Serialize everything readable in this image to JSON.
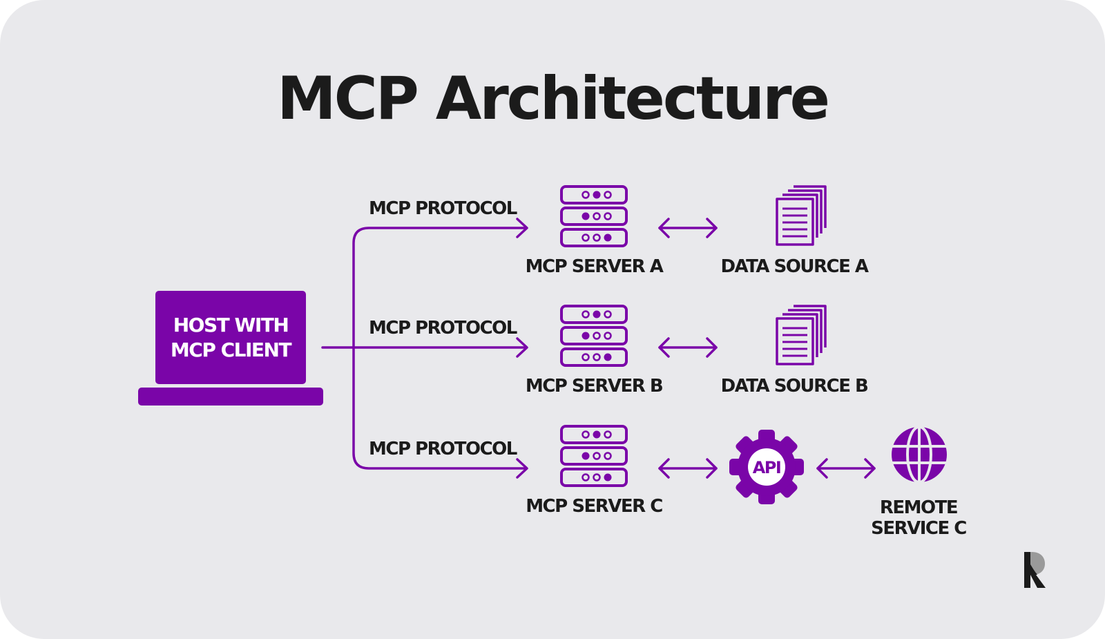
{
  "title": "MCP Architecture",
  "host": {
    "line1": "HOST WITH",
    "line2": "MCP CLIENT"
  },
  "protocols": [
    "MCP PROTOCOL",
    "MCP PROTOCOL",
    "MCP PROTOCOL"
  ],
  "servers": [
    "MCP SERVER A",
    "MCP SERVER B",
    "MCP SERVER C"
  ],
  "data_sources": [
    "DATA SOURCE A",
    "DATA SOURCE B"
  ],
  "api_label": "API",
  "remote": {
    "line1": "REMOTE",
    "line2": "SERVICE C"
  },
  "icons": [
    "server-icon",
    "documents-icon",
    "gear-api-icon",
    "globe-icon",
    "logo-r-icon",
    "laptop-icon"
  ],
  "colors": {
    "accent": "#7a05a8",
    "background": "#e9e9ec",
    "text": "#1b1b1b"
  }
}
